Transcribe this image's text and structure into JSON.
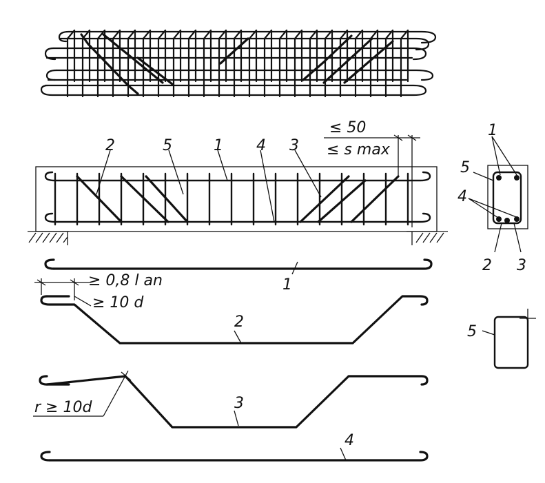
{
  "labels": {
    "dim_top_1": "≤ 50",
    "dim_top_2": "≤ s max",
    "beam_callouts": [
      "2",
      "5",
      "1",
      "4",
      "3"
    ],
    "section_callouts": [
      "1",
      "5",
      "4",
      "2",
      "3"
    ],
    "bar_callouts": [
      "1",
      "2",
      "3",
      "4",
      "5"
    ],
    "anchor_dim_1": "≥ 0,8 l an",
    "anchor_dim_2": "≥ 10 d",
    "bend_radius": "r ≥ 10d"
  }
}
